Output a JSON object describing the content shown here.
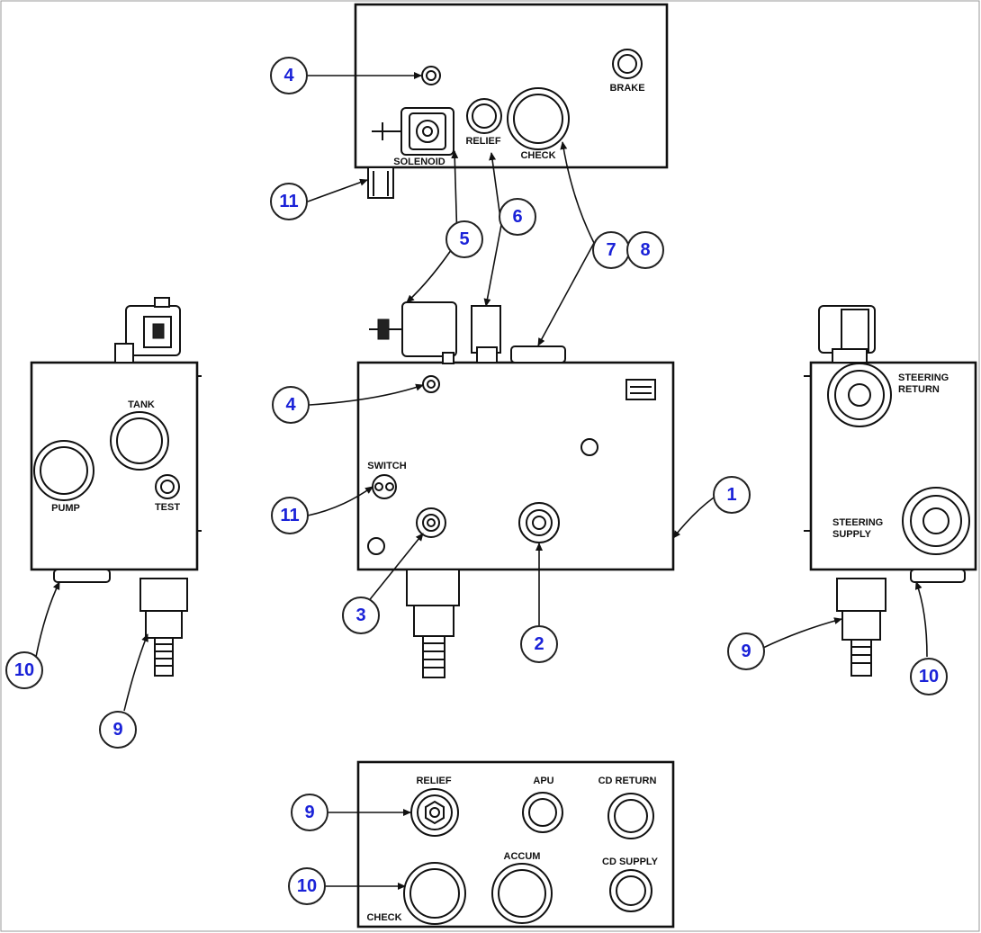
{
  "labels": {
    "brake": "BRAKE",
    "relief_top": "RELIEF",
    "check_top": "CHECK",
    "solenoid": "SOLENOID",
    "switch": "SWITCH",
    "tank": "TANK",
    "pump": "PUMP",
    "test": "TEST",
    "steering_return_1": "STEERING",
    "steering_return_2": "RETURN",
    "steering_supply_1": "STEERING",
    "steering_supply_2": "SUPPLY",
    "relief_bottom": "RELIEF",
    "apu": "APU",
    "cd_return": "CD RETURN",
    "accum": "ACCUM",
    "cd_supply": "CD SUPPLY",
    "check_bottom": "CHECK"
  },
  "callouts": {
    "c1": "1",
    "c2": "2",
    "c3": "3",
    "c4a": "4",
    "c4b": "4",
    "c5": "5",
    "c6": "6",
    "c7": "7",
    "c8": "8",
    "c9a": "9",
    "c9b": "9",
    "c9c": "9",
    "c10a": "10",
    "c10b": "10",
    "c10c": "10",
    "c11a": "11",
    "c11b": "11"
  },
  "colors": {
    "callout_text": "#1a22d8",
    "line": "#111111"
  }
}
